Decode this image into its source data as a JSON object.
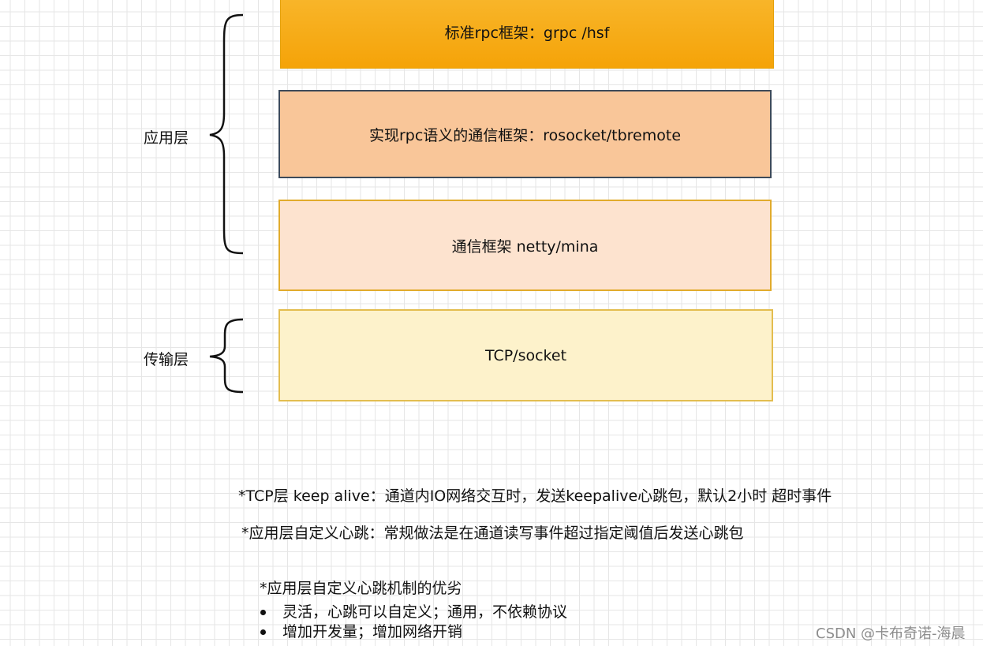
{
  "boxes": {
    "grpc": "标准rpc框架：grpc /hsf",
    "rosocket": "实现rpc语义的通信框架：rosocket/tbremote",
    "netty": "通信框架 netty/mina",
    "tcp": "TCP/socket"
  },
  "layers": {
    "application": "应用层",
    "transport": "传输层"
  },
  "notes": {
    "tcp_keepalive": "*TCP层 keep alive：通道内IO网络交互时，发送keepalive心跳包，默认2小时 超时事件",
    "app_heartbeat": "*应用层自定义心跳：常规做法是在通道读写事件超过指定阈值后发送心跳包",
    "advantages_title": "*应用层自定义心跳机制的优劣",
    "advantages": [
      "灵活，心跳可以自定义；通用，不依赖协议",
      "增加开发量；增加网络开销"
    ]
  },
  "watermark": "CSDN @卡布奇诺-海晨",
  "colors": {
    "grpc_fill": "#f7ac18",
    "rosocket_fill": "#f9c699",
    "netty_fill": "#fde3cf",
    "tcp_fill": "#fdf2cb"
  }
}
